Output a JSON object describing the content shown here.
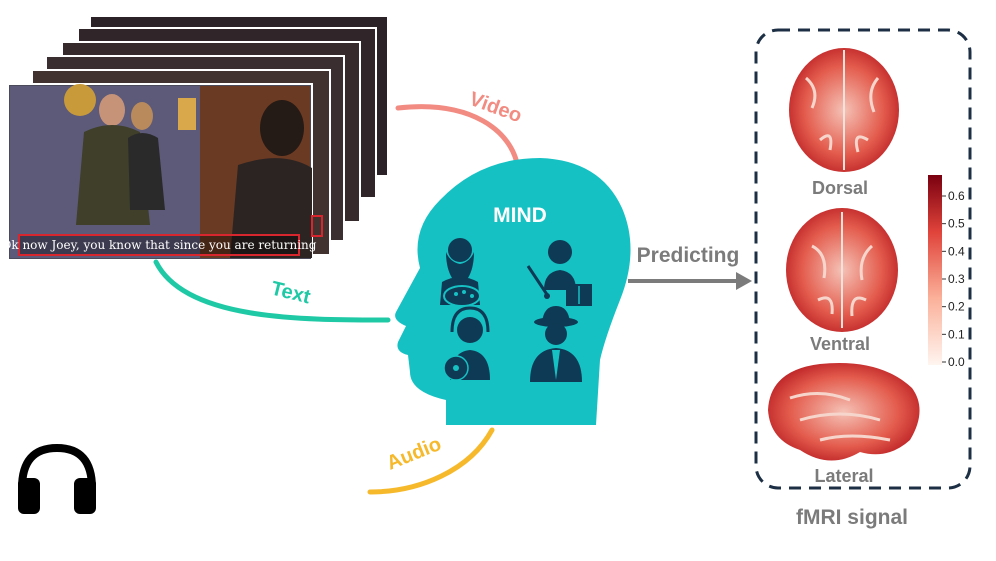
{
  "subtitle": "Ok now Joey, you know that since you are returning",
  "labels": {
    "video": "Video",
    "text": "Text",
    "audio": "Audio",
    "mind": "MIND",
    "predicting": "Predicting",
    "dorsal": "Dorsal",
    "ventral": "Ventral",
    "lateral": "Lateral",
    "fmri": "fMRI signal"
  },
  "colorbar": {
    "ticks": [
      "0.6",
      "0.5",
      "0.4",
      "0.3",
      "0.2",
      "0.1",
      "0.0"
    ],
    "range": [
      0.0,
      0.65
    ]
  },
  "colors": {
    "video_arc": "#f28b82",
    "text_arc": "#1fc9a6",
    "audio_arc": "#f6b92b",
    "head": "#16c1c4",
    "arrow": "#7b7b7b",
    "brain_red": "#b3141c",
    "dashed_box": "#1c2f44"
  },
  "icons": [
    "headphones-icon",
    "artist-palette-icon",
    "teacher-icon",
    "dj-headset-icon",
    "detective-icon"
  ]
}
